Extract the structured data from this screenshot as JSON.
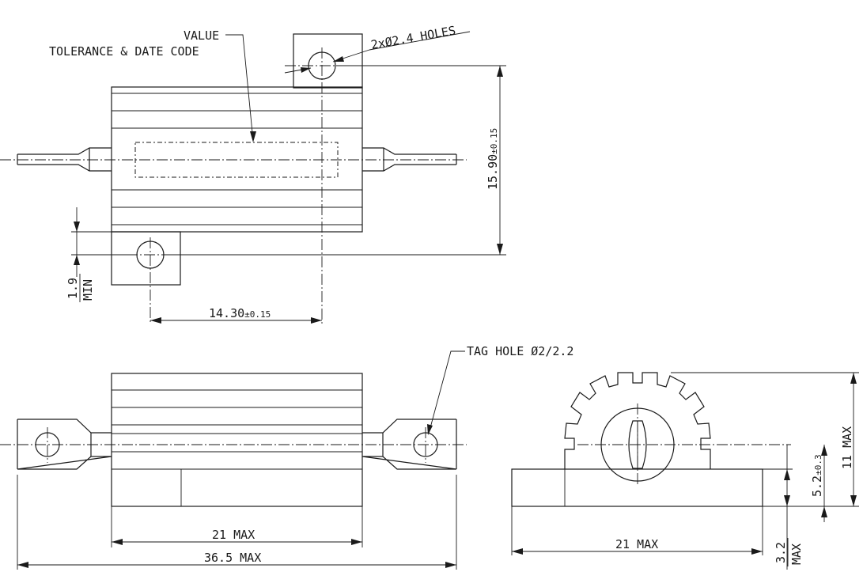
{
  "labels": {
    "value": "VALUE",
    "tolerance_date_code": "TOLERANCE & DATE CODE",
    "holes": "2xØ2.4 HOLES",
    "height": "15.90",
    "height_tol": "±0.15",
    "min_top": "1.9",
    "min_bottom": "MIN",
    "hole_spacing": "14.30",
    "hole_spacing_tol": "±0.15",
    "tag_hole": "TAG HOLE Ø2/2.2",
    "body_length": "21 MAX",
    "overall_length": "36.5 MAX",
    "end_width": "21 MAX",
    "axis_height": "5.2",
    "axis_height_tol": "±0.3",
    "total_height": "11 MAX",
    "base_top": "3.2",
    "base_bottom": "MAX"
  }
}
